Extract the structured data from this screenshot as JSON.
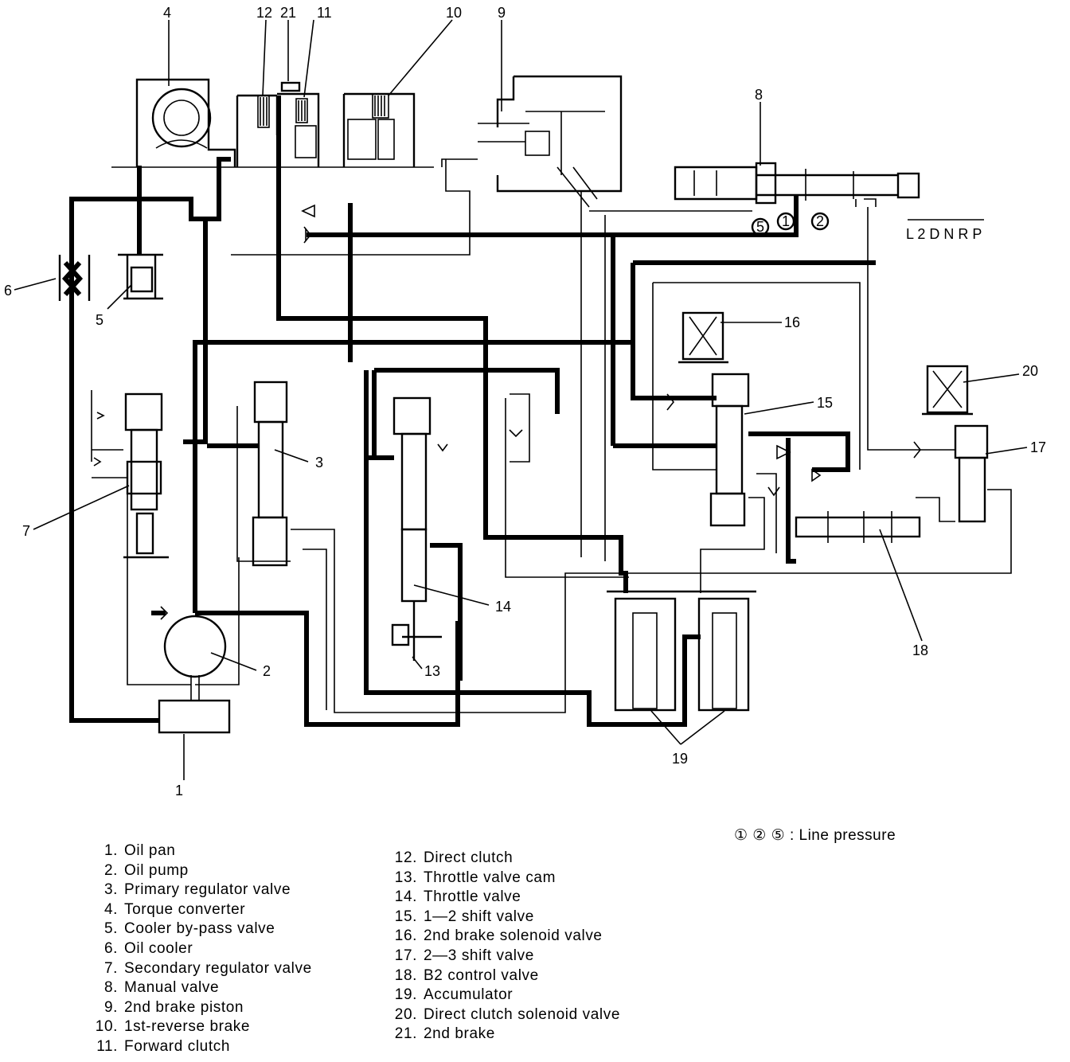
{
  "callouts": {
    "n1": "1",
    "n2": "2",
    "n3": "3",
    "n4": "4",
    "n5": "5",
    "n6": "6",
    "n7": "7",
    "n8": "8",
    "n9": "9",
    "n10": "10",
    "n11": "11",
    "n12": "12",
    "n13": "13",
    "n14": "14",
    "n15": "15",
    "n16": "16",
    "n17": "17",
    "n18": "18",
    "n19": "19",
    "n20": "20",
    "n21": "21"
  },
  "manual_positions": "L 2 D N R P",
  "port_marks": {
    "p5": "5",
    "p1": "1",
    "p2": "2"
  },
  "line_pressure": {
    "symbols": "① ② ⑤",
    "text": ": Line pressure"
  },
  "legend": [
    {
      "num": "1.",
      "text": "Oil pan"
    },
    {
      "num": "2.",
      "text": "Oil pump"
    },
    {
      "num": "3.",
      "text": "Primary regulator valve"
    },
    {
      "num": "4.",
      "text": "Torque converter"
    },
    {
      "num": "5.",
      "text": "Cooler by-pass valve"
    },
    {
      "num": "6.",
      "text": "Oil cooler"
    },
    {
      "num": "7.",
      "text": "Secondary regulator valve"
    },
    {
      "num": "8.",
      "text": "Manual valve"
    },
    {
      "num": "9.",
      "text": "2nd brake piston"
    },
    {
      "num": "10.",
      "text": "1st-reverse brake"
    },
    {
      "num": "11.",
      "text": "Forward clutch"
    },
    {
      "num": "12.",
      "text": "Direct clutch"
    },
    {
      "num": "13.",
      "text": "Throttle valve cam"
    },
    {
      "num": "14.",
      "text": "Throttle valve"
    },
    {
      "num": "15.",
      "text": "1—2 shift valve"
    },
    {
      "num": "16.",
      "text": "2nd brake solenoid valve"
    },
    {
      "num": "17.",
      "text": "2—3 shift valve"
    },
    {
      "num": "18.",
      "text": "B2 control valve"
    },
    {
      "num": "19.",
      "text": "Accumulator"
    },
    {
      "num": "20.",
      "text": "Direct clutch solenoid valve"
    },
    {
      "num": "21.",
      "text": "2nd brake"
    }
  ]
}
